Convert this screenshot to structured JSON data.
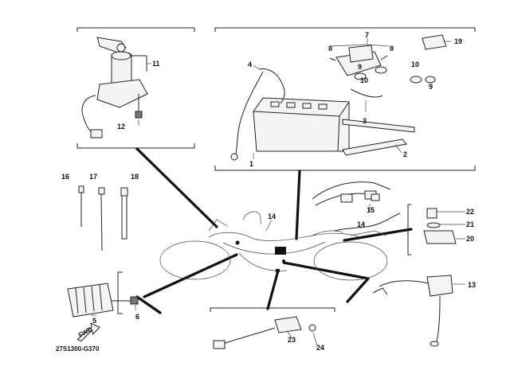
{
  "callouts": [
    "1",
    "2",
    "3",
    "4",
    "5",
    "6",
    "7",
    "8",
    "8",
    "9",
    "9",
    "10",
    "10",
    "11",
    "12",
    "13",
    "14",
    "14",
    "15",
    "16",
    "17",
    "18",
    "19",
    "20",
    "21",
    "22",
    "23",
    "24"
  ],
  "fwd_label": "FWD",
  "drawing_code": "27S1300-G370"
}
